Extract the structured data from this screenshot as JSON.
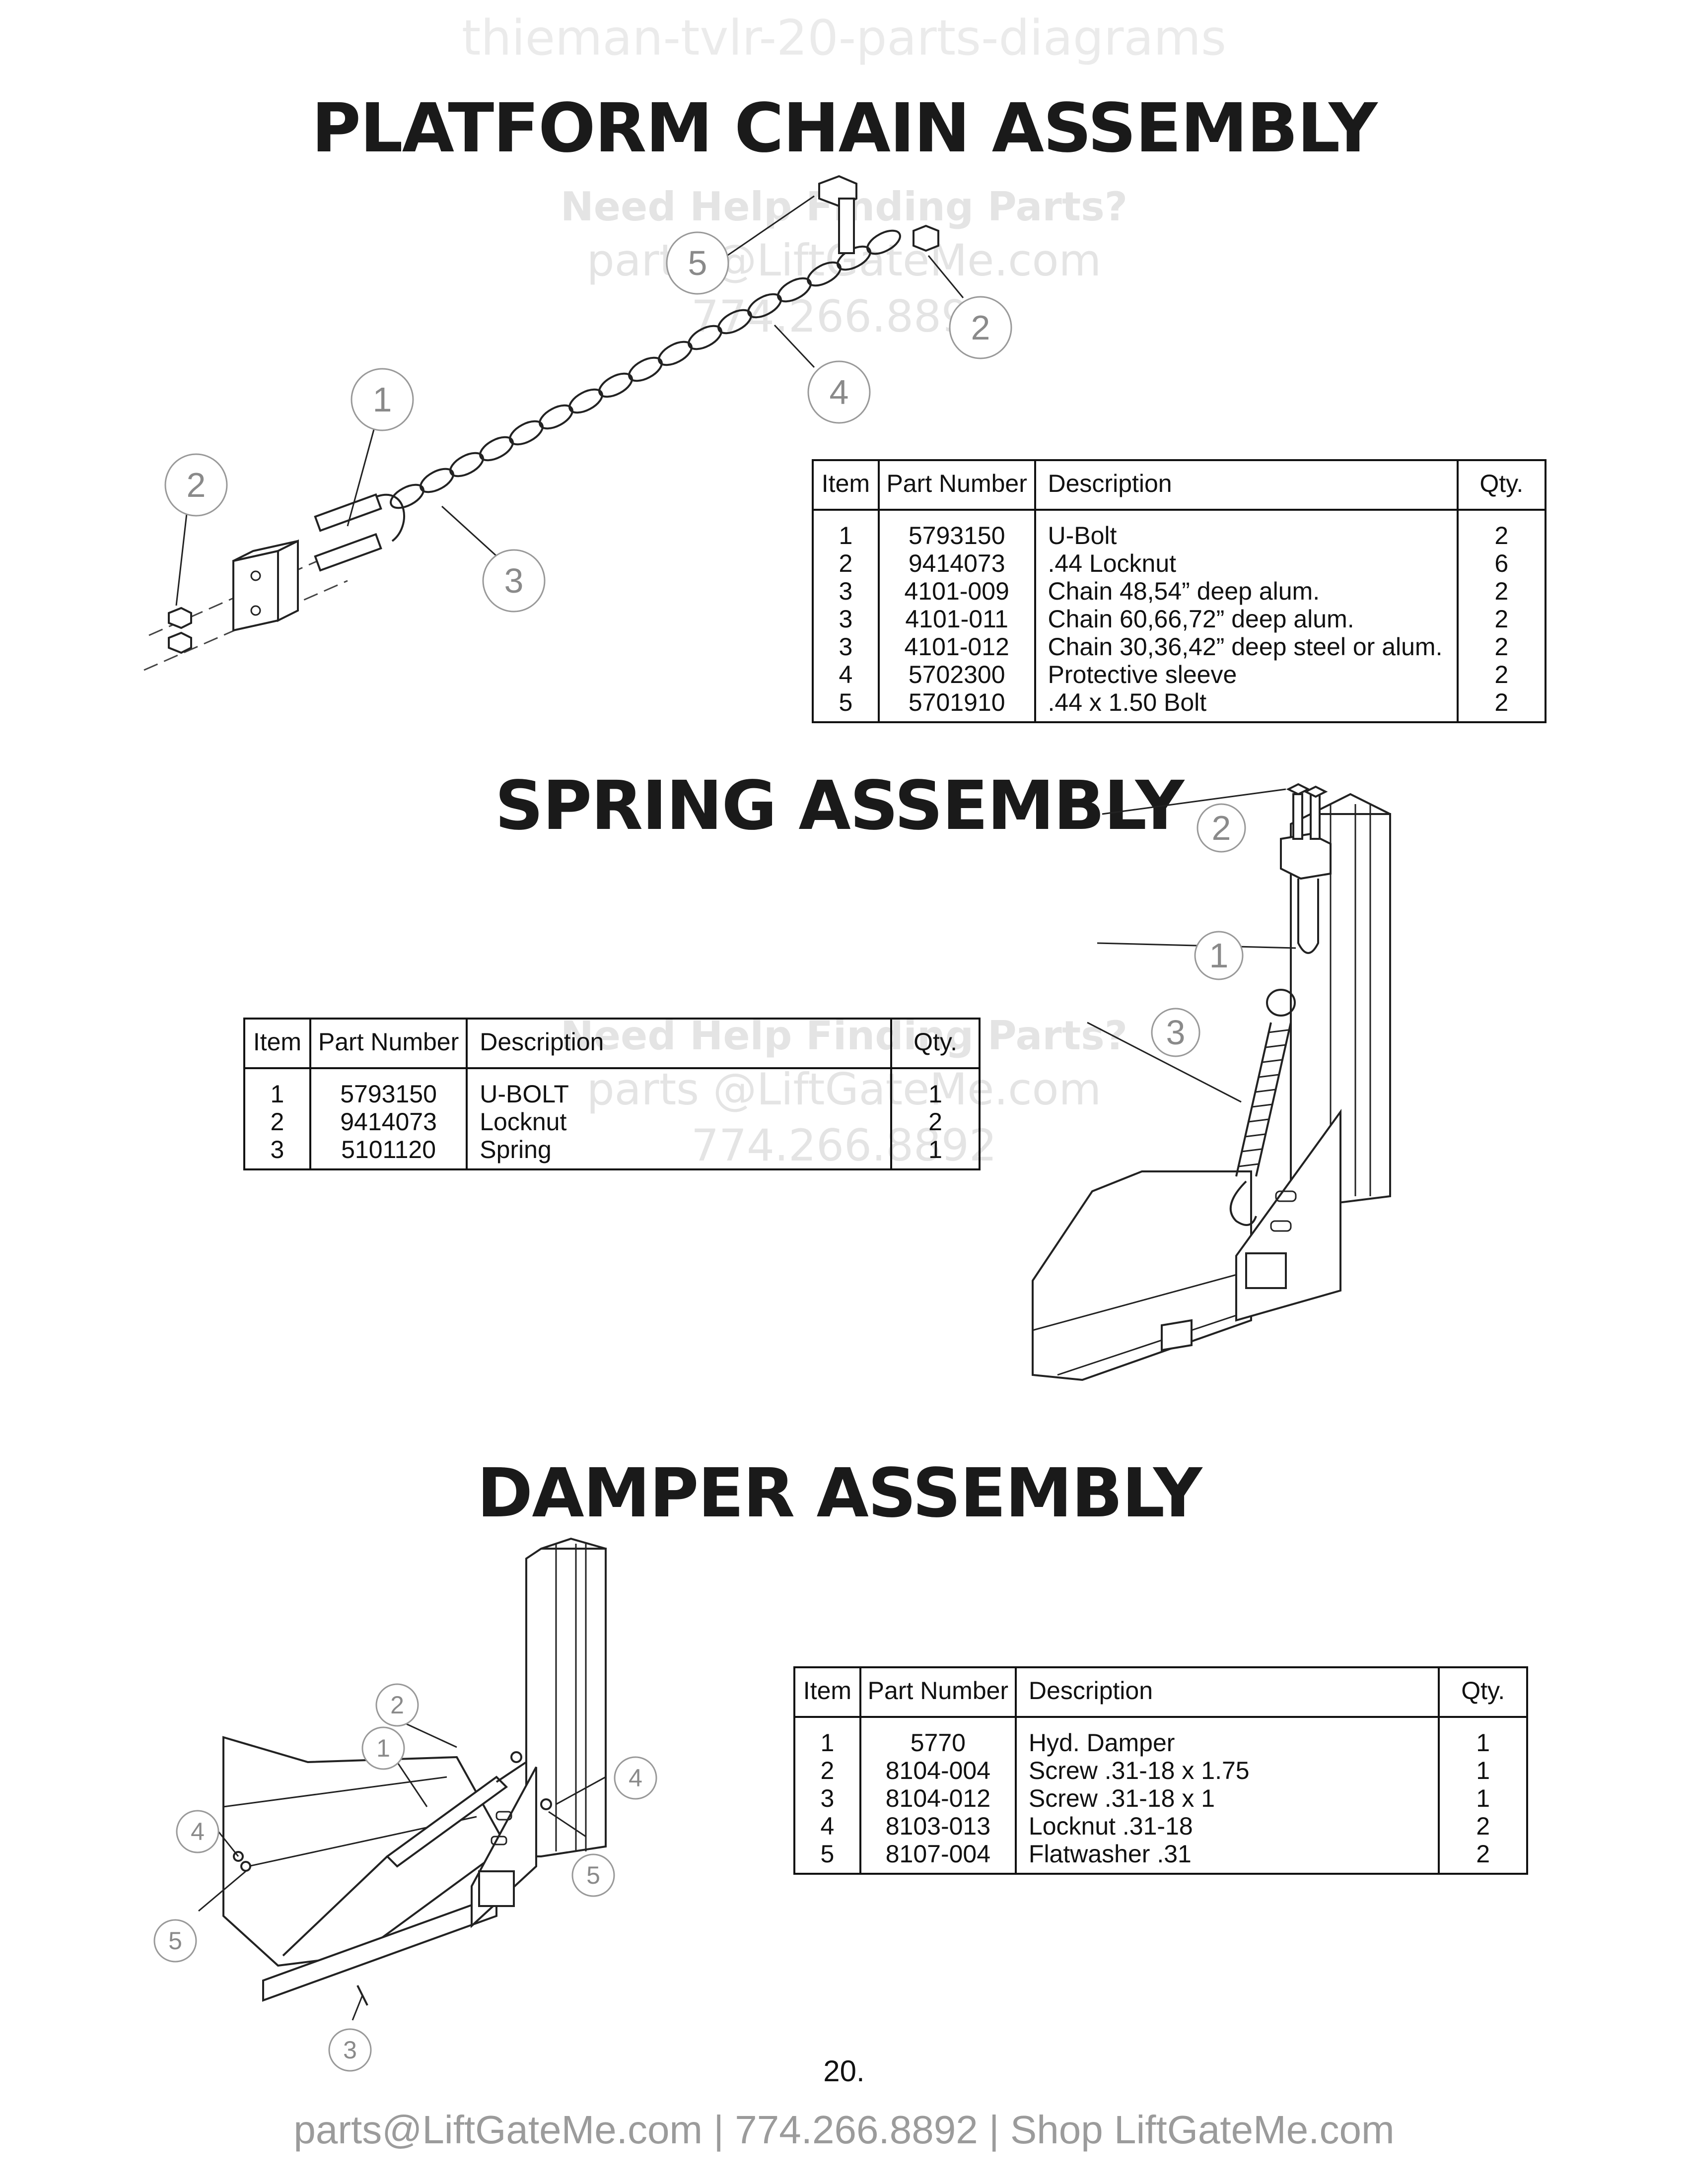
{
  "watermark_top": "thieman-tvlr-20-parts-diagrams",
  "help_watermark": {
    "line1": "Need Help Finding Parts?",
    "line2": "parts @LiftGateMe.com",
    "line3": "774.266.8892"
  },
  "sections": [
    {
      "title": "PLATFORM CHAIN ASSEMBLY",
      "headers": [
        "Item",
        "Part Number",
        "Description",
        "Qty."
      ],
      "rows": [
        [
          "1",
          "5793150",
          "U-Bolt",
          "2"
        ],
        [
          "2",
          "9414073",
          ".44 Locknut",
          "6"
        ],
        [
          "3",
          "4101-009",
          "Chain 48,54” deep alum.",
          "2"
        ],
        [
          "3",
          "4101-011",
          "Chain 60,66,72” deep alum.",
          "2"
        ],
        [
          "3",
          "4101-012",
          "Chain 30,36,42” deep steel or alum.",
          "2"
        ],
        [
          "4",
          "5702300",
          "Protective sleeve",
          "2"
        ],
        [
          "5",
          "5701910",
          ".44 x 1.50 Bolt",
          "2"
        ]
      ],
      "callouts": [
        "1",
        "2",
        "2",
        "3",
        "4",
        "5"
      ]
    },
    {
      "title": "SPRING ASSEMBLY",
      "headers": [
        "Item",
        "Part Number",
        "Description",
        "Qty."
      ],
      "rows": [
        [
          "1",
          "5793150",
          "U-BOLT",
          "1"
        ],
        [
          "2",
          "9414073",
          "Locknut",
          "2"
        ],
        [
          "3",
          "5101120",
          "Spring",
          "1"
        ]
      ],
      "callouts": [
        "2",
        "1",
        "3"
      ]
    },
    {
      "title": "DAMPER ASSEMBLY",
      "headers": [
        "Item",
        "Part Number",
        "Description",
        "Qty."
      ],
      "rows": [
        [
          "1",
          "5770",
          "Hyd. Damper",
          "1"
        ],
        [
          "2",
          "8104-004",
          "Screw .31-18 x 1.75",
          "1"
        ],
        [
          "3",
          "8104-012",
          "Screw .31-18 x 1",
          "1"
        ],
        [
          "4",
          "8103-013",
          "Locknut .31-18",
          "2"
        ],
        [
          "5",
          "8107-004",
          "Flatwasher .31",
          "2"
        ]
      ],
      "callouts": [
        "2",
        "1",
        "4",
        "4",
        "5",
        "5",
        "3"
      ]
    }
  ],
  "page_number": "20.",
  "footer": "parts@LiftGateMe.com | 774.266.8892 | Shop LiftGateMe.com"
}
